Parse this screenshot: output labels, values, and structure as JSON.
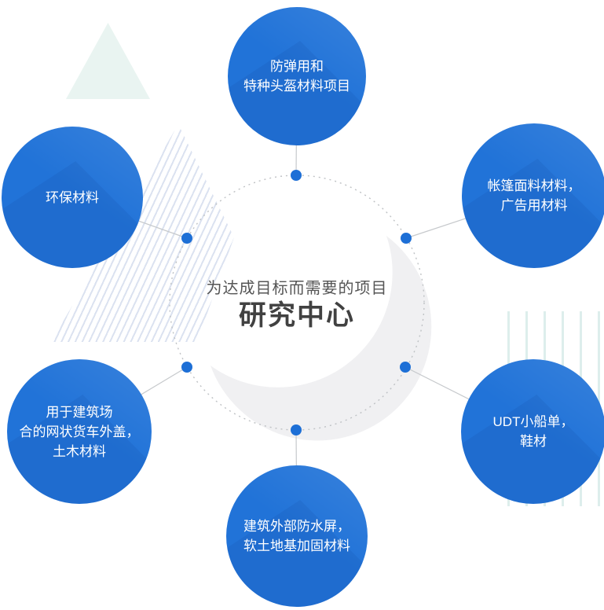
{
  "diagram": {
    "center": {
      "subtitle": "为达成目标而需要的项目",
      "title": "研究中心"
    },
    "nodes": [
      {
        "name": "bulletproof-helmet-materials",
        "lines": [
          "防弹用和",
          "特种头盔材料项目"
        ]
      },
      {
        "name": "eco-friendly-materials",
        "lines": [
          "环保材料"
        ]
      },
      {
        "name": "tent-fabric-ad-materials",
        "lines": [
          "帐篷面料材料，",
          "广告用材料"
        ]
      },
      {
        "name": "truck-cover-civil-materials",
        "lines": [
          "用于建筑场",
          "合的网状货车外盖，",
          "土木材料"
        ]
      },
      {
        "name": "udt-boat-shoe-materials",
        "lines": [
          "UDT小船单，",
          "鞋材"
        ]
      },
      {
        "name": "waterproof-soft-ground-materials",
        "lines": [
          "建筑外部防水屏，",
          "软土地基加固材料"
        ]
      }
    ]
  },
  "colors": {
    "node_blue": "#2173d8",
    "dot_blue": "#1d6fd6",
    "line_gray": "#c6c9cc",
    "dashed_gray": "#bfc2c5",
    "crescent_gray": "#f0f0f2",
    "hatch_blue": "#dbe2f0",
    "stripe_teal": "#ddeeec",
    "mint_triangle": "#e9f4f1",
    "title_dark": "#414141",
    "subtitle_gray": "#555555"
  }
}
